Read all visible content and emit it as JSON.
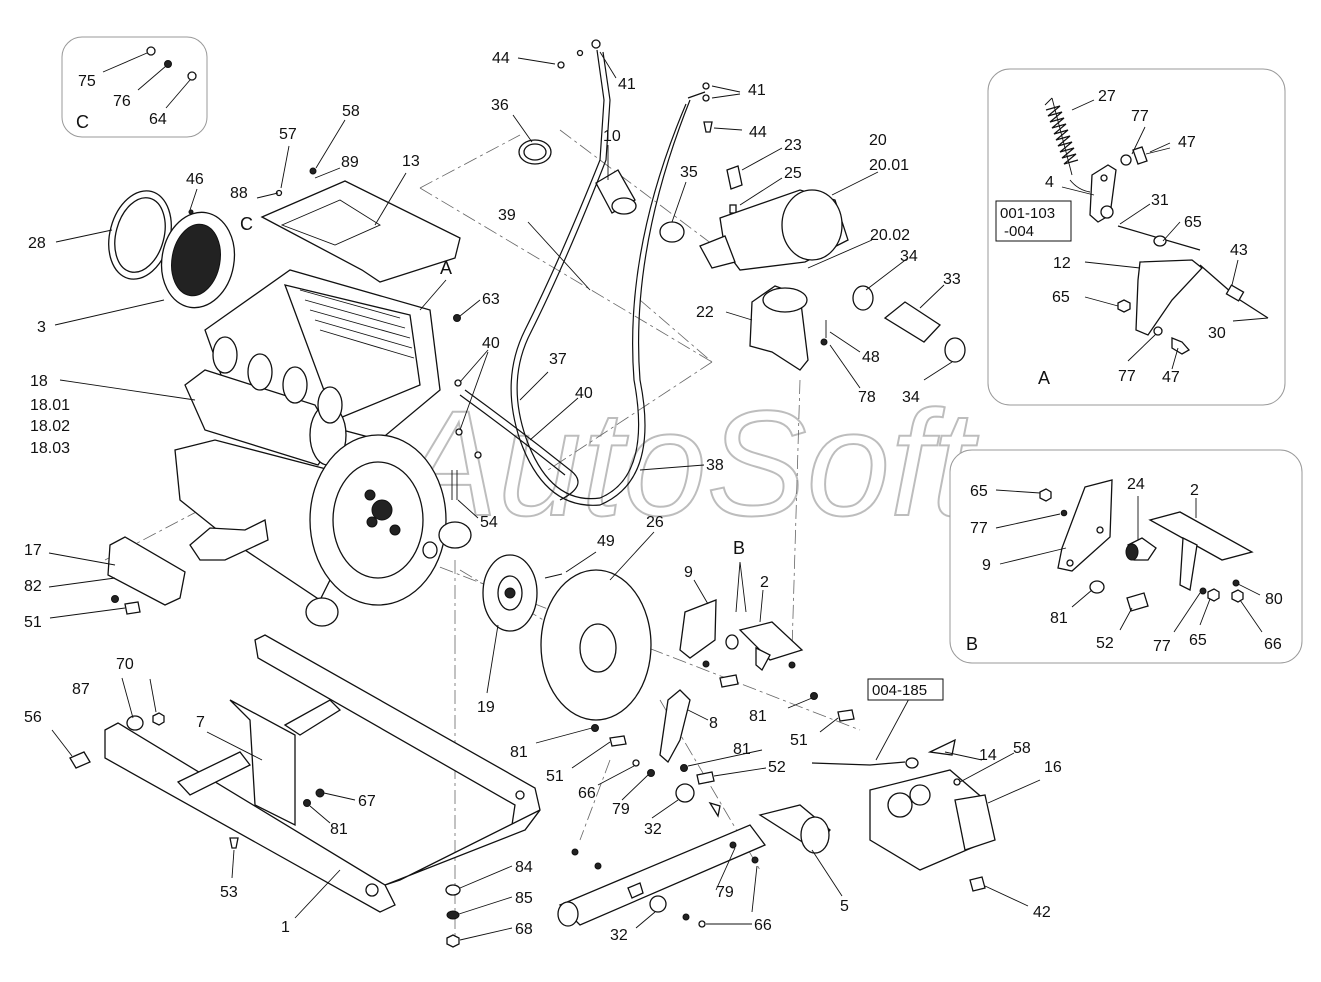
{
  "watermark": "AutoSoft",
  "insets": {
    "c": {
      "letter": "C"
    },
    "a": {
      "letter": "A"
    },
    "b": {
      "letter": "B"
    }
  },
  "view_markers": {
    "a": "A",
    "b": "B",
    "c": "C"
  },
  "ref_boxes": {
    "box_001": {
      "line1": "001-103",
      "line2": "-004"
    },
    "box_004": {
      "line1": "004-185"
    }
  },
  "callouts": {
    "c75": "75",
    "c76": "76",
    "c64": "64",
    "c44a": "44",
    "c41a": "41",
    "c41b": "41",
    "c44b": "44",
    "c36": "36",
    "c10": "10",
    "c35": "35",
    "c23": "23",
    "c25": "25",
    "c20": "20",
    "c2001": "20.01",
    "c2002": "20.02",
    "c34a": "34",
    "c33": "33",
    "c34b": "34",
    "c22": "22",
    "c48": "48",
    "c78": "78",
    "c39": "39",
    "c57": "57",
    "c58a": "58",
    "c89": "89",
    "c13": "13",
    "c46": "46",
    "c88": "88",
    "c28": "28",
    "c3": "3",
    "c63": "63",
    "c18": "18",
    "c1801": "18.01",
    "c1802": "18.02",
    "c1803": "18.03",
    "c40a": "40",
    "c37": "37",
    "c40b": "40",
    "c38": "38",
    "c54": "54",
    "c26": "26",
    "c49": "49",
    "c17": "17",
    "c82": "82",
    "c51a": "51",
    "c19": "19",
    "c9": "9",
    "c2": "2",
    "c81a": "81",
    "c51b": "51",
    "c8": "8",
    "c81b": "81",
    "c81c": "81",
    "c51c": "51",
    "c52": "52",
    "c66a": "66",
    "c79a": "79",
    "c32a": "32",
    "c70": "70",
    "c87": "87",
    "c56": "56",
    "c7": "7",
    "c67": "67",
    "c81d": "81",
    "c53": "53",
    "c1": "1",
    "c84": "84",
    "c85": "85",
    "c68": "68",
    "c79b": "79",
    "c5": "5",
    "c32b": "32",
    "c66b": "66",
    "c14": "14",
    "c58b": "58",
    "c16": "16",
    "c42": "42",
    "a27": "27",
    "a77a": "77",
    "a47a": "47",
    "a4": "4",
    "a31": "31",
    "a65a": "65",
    "a12": "12",
    "a43": "43",
    "a65b": "65",
    "a30": "30",
    "a77b": "77",
    "a47b": "47",
    "b65a": "65",
    "b24": "24",
    "b2": "2",
    "b77a": "77",
    "b9": "9",
    "b80": "80",
    "b81": "81",
    "b52": "52",
    "b77b": "77",
    "b65b": "65",
    "b66": "66"
  }
}
